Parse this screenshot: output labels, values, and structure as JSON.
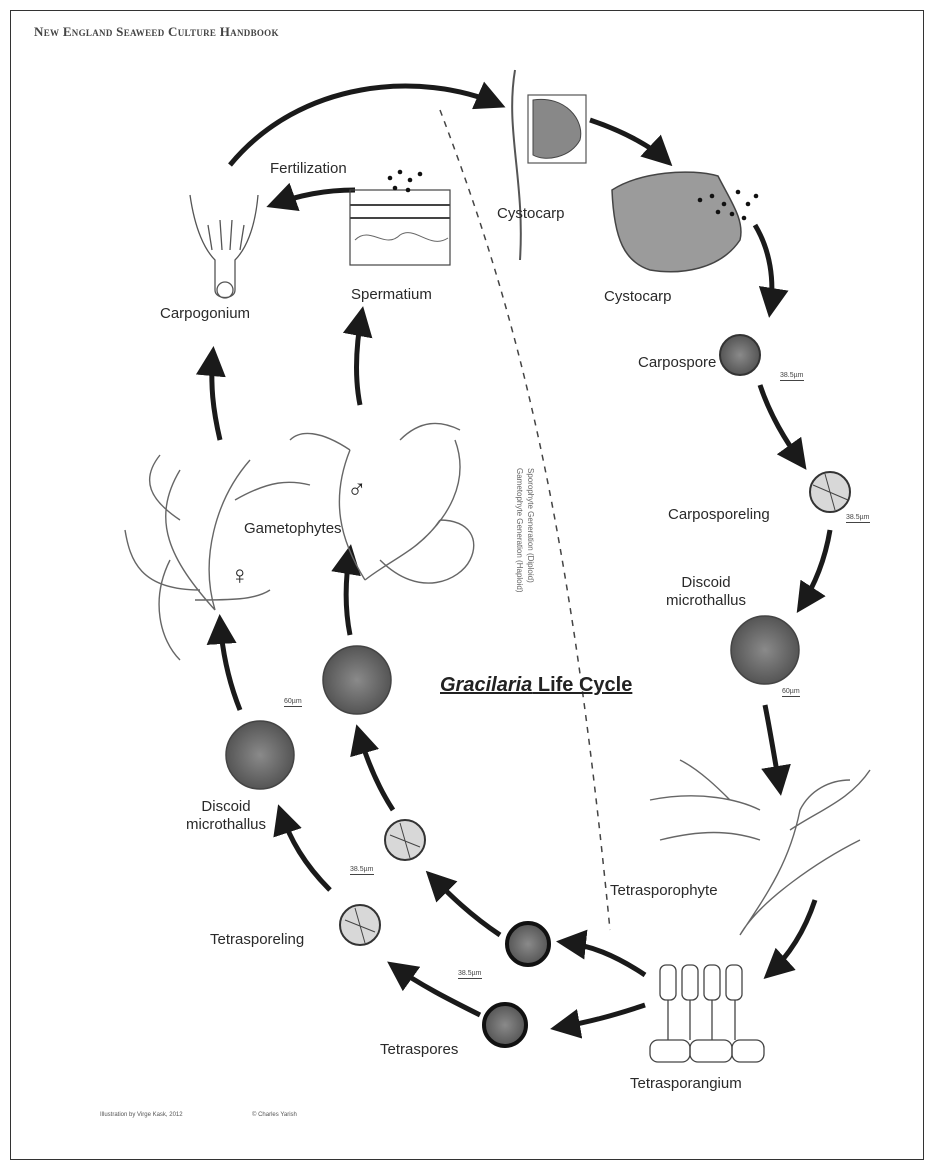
{
  "header": "New England Seaweed Culture Handbook",
  "title": {
    "italic": "Gracilaria",
    "rest": " Life Cycle"
  },
  "labels": {
    "cystocarp_top": "Cystocarp",
    "cystocarp": "Cystocarp",
    "carpospore": "Carpospore",
    "carposporeling": "Carposporeling",
    "discoid_right": "Discoid\nmicrothallus",
    "tetrasporophyte": "Tetrasporophyte",
    "tetrasporangium": "Tetrasporangium",
    "tetraspores": "Tetraspores",
    "tetrasporeling": "Tetrasporeling",
    "discoid_left": "Discoid\nmicrothallus",
    "gametophytes": "Gametophytes",
    "carpogonium": "Carpogonium",
    "spermatium": "Spermatium",
    "fertilization": "Fertilization"
  },
  "symbols": {
    "male": "♂",
    "female": "♀"
  },
  "scales": {
    "carpospore": "38.5µm",
    "carposporeling": "38.5µm",
    "discoid_right": "60µm",
    "discoid_left": "60µm",
    "tetrasporeling": "38.5µm",
    "tetraspores": "38.5µm"
  },
  "divider": {
    "line1": "Sporophyte Generation (Diploid)",
    "line2": "Gametophyte Generation (Haploid)"
  },
  "credits": {
    "illustration": "Illustration by Virge Kask, 2012",
    "copyright": "© Charles Yarish"
  },
  "colors": {
    "arrow": "#1a1a1a",
    "line": "#555555",
    "fill": "#9a9a9a"
  }
}
